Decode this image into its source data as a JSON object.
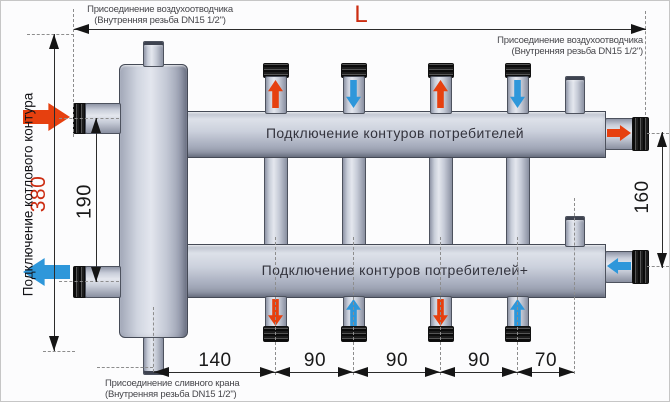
{
  "colors": {
    "supply": "#e6400f",
    "return_flow": "#2e97da",
    "dim_accent": "#cc2d12",
    "metal_light": "#e4e7ee",
    "metal_dark": "#8a90a1",
    "outline": "#454a56"
  },
  "dims": {
    "total_length": "L",
    "overall_height": "380",
    "boiler_port_spacing": "190",
    "right_port_spacing": "160",
    "bottom_segments": [
      "140",
      "90",
      "90",
      "90",
      "70"
    ]
  },
  "labels": {
    "air_vent_top_left_line1": "Присоединение воздухоотводчика",
    "air_vent_top_left_line2": "(Внутренняя резьба DN15 1/2\")",
    "air_vent_top_right_line1": "Присоединение воздухоотводчика",
    "air_vent_top_right_line2": "(Внутренняя резьба DN15 1/2\")",
    "boiler_circuit": "Подключение котлового контура",
    "upper_manifold": "Подключение контуров потребителей",
    "lower_manifold": "Подключение контуров потребителей+",
    "drain_line1": "Присоединение сливного крана",
    "drain_line2": "(Внутренняя резьба DN15 1/2\")"
  }
}
